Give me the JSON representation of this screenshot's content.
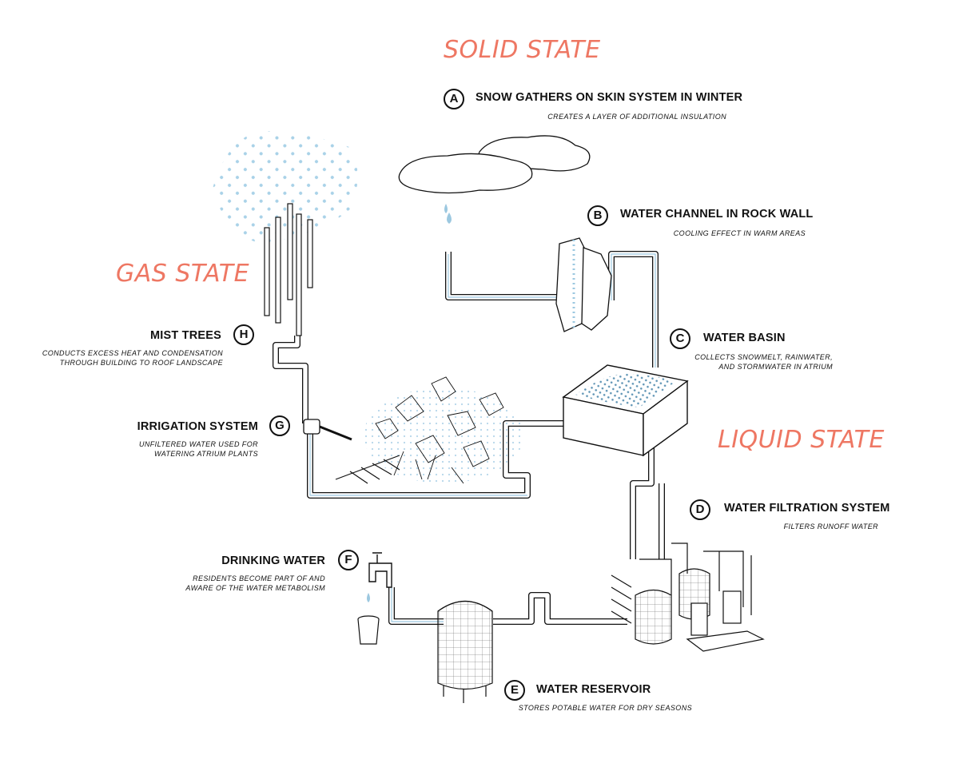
{
  "states": {
    "solid": "SOLID STATE",
    "gas": "GAS STATE",
    "liquid": "LIQUID STATE"
  },
  "steps": [
    {
      "letter": "A",
      "title": "SNOW GATHERS ON SKIN SYSTEM IN WINTER",
      "lines": [
        "CREATES A LAYER OF ADDITIONAL INSULATION"
      ]
    },
    {
      "letter": "B",
      "title": "WATER CHANNEL IN ROCK WALL",
      "lines": [
        "COOLING EFFECT IN WARM AREAS"
      ]
    },
    {
      "letter": "C",
      "title": "WATER BASIN",
      "lines": [
        "COLLECTS SNOWMELT, RAINWATER,",
        "AND STORMWATER IN ATRIUM"
      ]
    },
    {
      "letter": "D",
      "title": "WATER FILTRATION SYSTEM",
      "lines": [
        "FILTERS RUNOFF WATER"
      ]
    },
    {
      "letter": "E",
      "title": "WATER RESERVOIR",
      "lines": [
        "STORES POTABLE WATER FOR DRY SEASONS"
      ]
    },
    {
      "letter": "F",
      "title": "DRINKING WATER",
      "lines": [
        "RESIDENTS BECOME PART OF AND",
        "AWARE OF THE WATER METABOLISM"
      ]
    },
    {
      "letter": "G",
      "title": "IRRIGATION SYSTEM",
      "lines": [
        "UNFILTERED WATER USED FOR",
        "WATERING ATRIUM PLANTS"
      ]
    },
    {
      "letter": "H",
      "title": "MIST TREES",
      "lines": [
        "CONDUCTS EXCESS HEAT AND CONDENSATION",
        "THROUGH BUILDING TO ROOF LANDSCAPE"
      ]
    }
  ],
  "colors": {
    "state": "#ee7763",
    "water": "#9cc8e0",
    "line": "#111111"
  }
}
